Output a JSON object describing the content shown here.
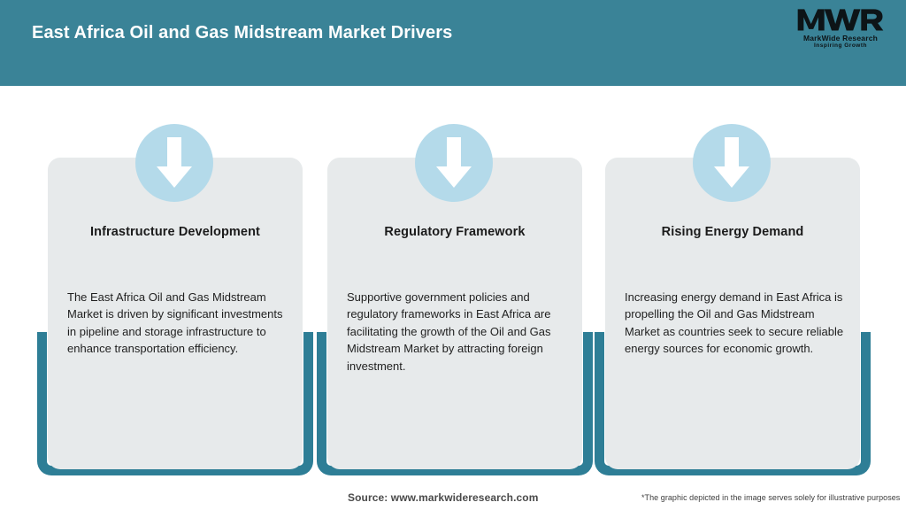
{
  "header": {
    "title": "East Africa Oil and Gas Midstream Market Drivers",
    "background_color": "#3a8397",
    "title_color": "#ffffff"
  },
  "logo": {
    "mark_text": "MWR",
    "name": "MarkWide Research",
    "tagline": "Inspiring Growth"
  },
  "theme": {
    "frame_color": "#2e7e96",
    "card_background": "#e7eaeb",
    "icon_circle_color": "#b4daea",
    "arrow_color": "#ffffff"
  },
  "cards": [
    {
      "icon": "arrow-down-icon",
      "title": "Infrastructure Development",
      "body": "The East Africa Oil and Gas Midstream Market is driven by significant investments in pipeline and storage infrastructure to enhance transportation efficiency."
    },
    {
      "icon": "arrow-down-icon",
      "title": "Regulatory Framework",
      "body": "Supportive government policies and regulatory frameworks in East Africa are facilitating the growth of the Oil and Gas Midstream Market by attracting foreign investment."
    },
    {
      "icon": "arrow-down-icon",
      "title": "Rising Energy Demand",
      "body": "Increasing energy demand in East Africa is propelling the Oil and Gas Midstream Market as countries seek to secure reliable energy sources for economic growth."
    }
  ],
  "footer": {
    "source": "Source: www.markwideresearch.com",
    "disclaimer": "*The graphic depicted in the image serves solely for illustrative purposes"
  }
}
